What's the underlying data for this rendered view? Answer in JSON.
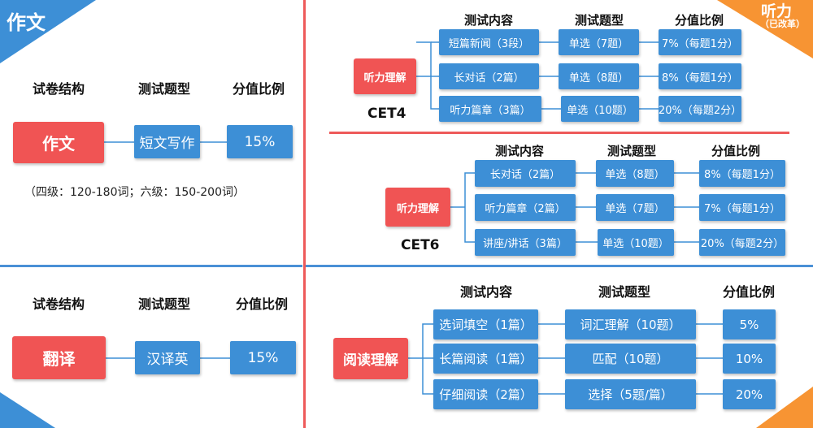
{
  "colors": {
    "blue": "#3d8fd6",
    "red": "#f05454",
    "orange": "#f79433",
    "divider_red": "#ee5a5a",
    "divider_blue": "#4a90d6"
  },
  "writing": {
    "corner_label": "作文",
    "headers": {
      "structure": "试卷结构",
      "type": "测试题型",
      "ratio": "分值比例"
    },
    "section": "作文",
    "type": "短文写作",
    "ratio": "15%",
    "note": "（四级：120-180词；六级：150-200词）"
  },
  "translation": {
    "headers": {
      "structure": "试卷结构",
      "type": "测试题型",
      "ratio": "分值比例"
    },
    "section": "翻译",
    "type": "汉译英",
    "ratio": "15%"
  },
  "listening": {
    "corner_label": "听力",
    "corner_note": "（已改革）",
    "cet4": {
      "level": "CET4",
      "section": "听力理解",
      "headers": {
        "content": "测试内容",
        "type": "测试题型",
        "ratio": "分值比例"
      },
      "rows": [
        {
          "content": "短篇新闻（3段）",
          "type": "单选（7题）",
          "ratio": "7%（每题1分）"
        },
        {
          "content": "长对话（2篇）",
          "type": "单选（8题）",
          "ratio": "8%（每题1分）"
        },
        {
          "content": "听力篇章（3篇）",
          "type": "单选（10题）",
          "ratio": "20%（每题2分）"
        }
      ]
    },
    "cet6": {
      "level": "CET6",
      "section": "听力理解",
      "headers": {
        "content": "测试内容",
        "type": "测试题型",
        "ratio": "分值比例"
      },
      "rows": [
        {
          "content": "长对话（2篇）",
          "type": "单选（8题）",
          "ratio": "8%（每题1分）"
        },
        {
          "content": "听力篇章（2篇）",
          "type": "单选（7题）",
          "ratio": "7%（每题1分）"
        },
        {
          "content": "讲座/讲话（3篇）",
          "type": "单选（10题）",
          "ratio": "20%（每题2分）"
        }
      ]
    }
  },
  "reading": {
    "section": "阅读理解",
    "headers": {
      "content": "测试内容",
      "type": "测试题型",
      "ratio": "分值比例"
    },
    "rows": [
      {
        "content": "选词填空（1篇）",
        "type": "词汇理解（10题）",
        "ratio": "5%"
      },
      {
        "content": "长篇阅读（1篇）",
        "type": "匹配（10题）",
        "ratio": "10%"
      },
      {
        "content": "仔细阅读（2篇）",
        "type": "选择（5题/篇）",
        "ratio": "20%"
      }
    ]
  }
}
